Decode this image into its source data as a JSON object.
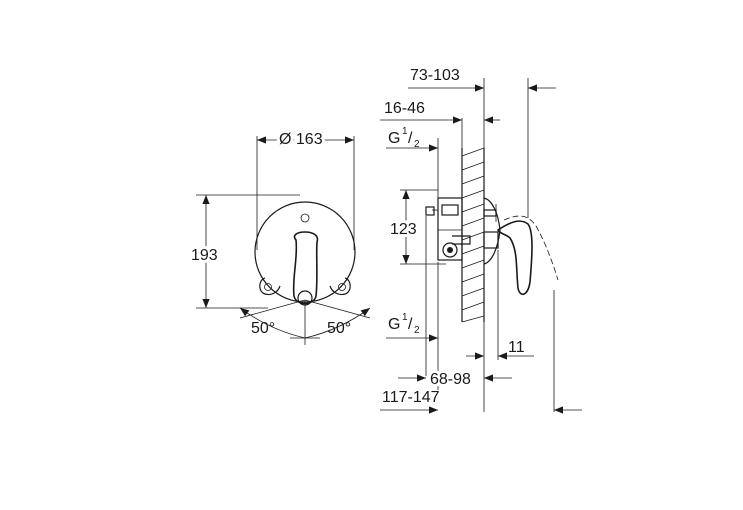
{
  "front_view": {
    "diameter_label": "Ø 163",
    "height_label": "193",
    "angle_left_label": "50°",
    "angle_right_label": "50°"
  },
  "side_view": {
    "dim_73_103": "73-103",
    "dim_16_46": "16-46",
    "thread_top": {
      "prefix": "G",
      "num": "1",
      "den": "2"
    },
    "dim_123": "123",
    "thread_bottom": {
      "prefix": "G",
      "num": "1",
      "den": "2"
    },
    "dim_11": "11",
    "dim_68_98": "68-98",
    "dim_117_147": "117-147"
  }
}
